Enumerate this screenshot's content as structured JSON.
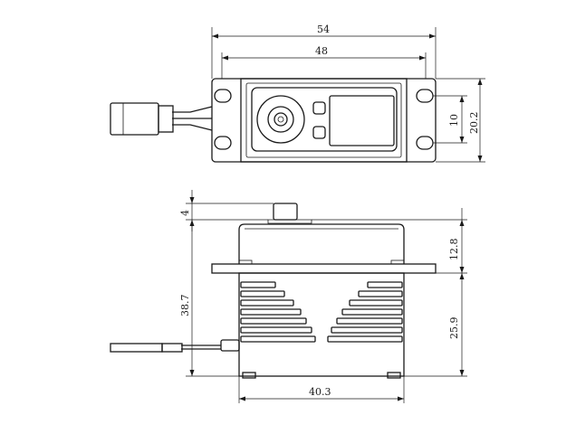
{
  "dimensions": {
    "top_width_outer": "54",
    "top_width_mount": "48",
    "top_hole_spacing": "10",
    "top_depth": "20.2",
    "side_horn_height": "4",
    "side_total_height": "38.7",
    "side_upper_height": "12.8",
    "side_lower_height": "25.9",
    "side_case_width": "40.3"
  },
  "colors": {
    "line": "#1a1a1a",
    "background": "#ffffff"
  }
}
